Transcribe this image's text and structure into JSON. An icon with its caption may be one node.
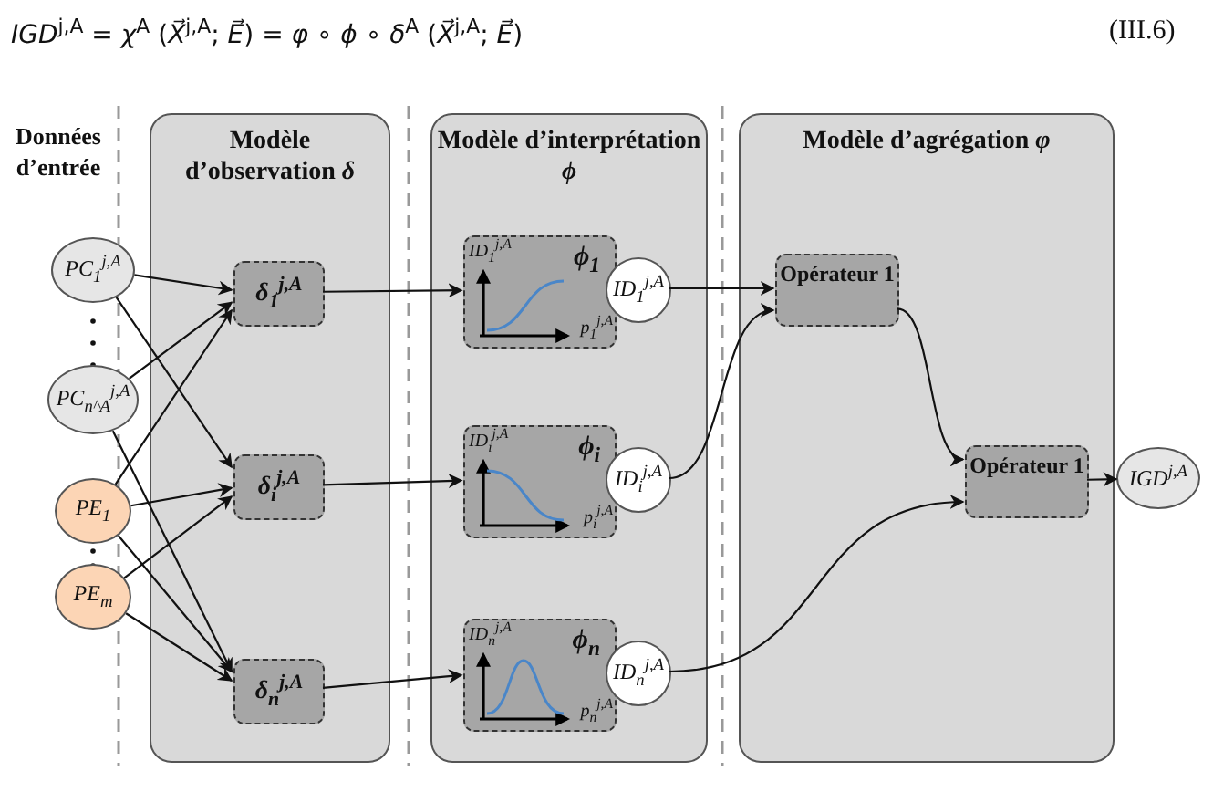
{
  "diagram": {
    "nodes": [
      {
        "text": [
          "Modèle d’observation *δ*"
        ]
      },
      {
        "text": [
          "Modèle d’interprétation *ϕ*"
        ]
      },
      {
        "text": [
          "Modèle d’agrégation *φ*"
        ]
      },
      {
        "text": [
          "PC$_{1}$$^{j,A}$"
        ]
      },
      {
        "text": [
          "PC$_{n^A}$$^{j,A}$"
        ]
      },
      {
        "text": [
          "PE$_{1}$"
        ]
      },
      {
        "text": [
          "PE$_{m}$"
        ]
      },
      {
        "text": [
          "δ$_{1}$$^{j,A}$"
        ],
        "in": 0
      },
      {
        "text": [
          "δ$_{i}$$^{j,A}$"
        ],
        "in": 0
      },
      {
        "text": [
          "δ$_{n}$$^{j,A}$"
        ],
        "in": 0
      },
      {
        "text": [
          "ID$_{1}$$^{j,A}$",
          "ϕ$_{1}$",
          "p$_{1}$$^{j,A}$"
        ],
        "in": 1
      },
      {
        "text": [
          "ID$_{i}$$^{j,A}$",
          "ϕ$_{i}$",
          "p$_{i}$$^{j,A}$"
        ],
        "in": 1
      },
      {
        "text": [
          "ID$_{n}$$^{j,A}$",
          "ϕ$_{n}$",
          "p$_{n}$$^{j,A}$"
        ],
        "in": 1
      },
      {
        "text": [
          "ID$_{1}$$^{j,A}$"
        ],
        "in": 1
      },
      {
        "text": [
          "ID$_{i}$$^{j,A}$"
        ],
        "in": 1
      },
      {
        "text": [
          "ID$_{n}$$^{j,A}$"
        ],
        "in": 1
      },
      {
        "text": [
          "Opérateur 1"
        ],
        "in": 2
      },
      {
        "text": [
          "Opérateur 1"
        ],
        "in": 2
      },
      {
        "text": [
          "IGD$^{j,A}$"
        ]
      }
    ],
    "edges": [
      {
        "from": 3,
        "to": 7,
        "arrow": "to"
      },
      {
        "from": 3,
        "to": 8,
        "arrow": "to"
      },
      {
        "from": 4,
        "to": 7,
        "arrow": "to"
      },
      {
        "from": 4,
        "to": 9,
        "arrow": "to"
      },
      {
        "from": 5,
        "to": 7,
        "arrow": "to"
      },
      {
        "from": 5,
        "to": 8,
        "arrow": "to"
      },
      {
        "from": 5,
        "to": 9,
        "arrow": "to"
      },
      {
        "from": 6,
        "to": 8,
        "arrow": "to"
      },
      {
        "from": 6,
        "to": 9,
        "arrow": "to"
      },
      {
        "from": 7,
        "to": 10,
        "arrow": "to"
      },
      {
        "from": 8,
        "to": 11,
        "arrow": "to"
      },
      {
        "from": 9,
        "to": 12,
        "arrow": "to"
      },
      {
        "from": 13,
        "to": 16,
        "arrow": "to"
      },
      {
        "from": 14,
        "to": 16,
        "arrow": "to"
      },
      {
        "from": 15,
        "to": 17,
        "arrow": "to"
      },
      {
        "from": 16,
        "to": 17,
        "arrow": "to"
      },
      {
        "from": 17,
        "to": 18,
        "arrow": "to"
      }
    ],
    "labels": [
      "*IGD*$^{j,A}$ = *χ*$^{A}$ (*X⃗*$^{j,A}$; *E⃗*) = *φ* ∘ *ϕ* ∘ *δ*$^{A}$ (*X⃗*$^{j,A}$; *E⃗*)",
      "(III.6)",
      "Données d’entrée"
    ]
  }
}
